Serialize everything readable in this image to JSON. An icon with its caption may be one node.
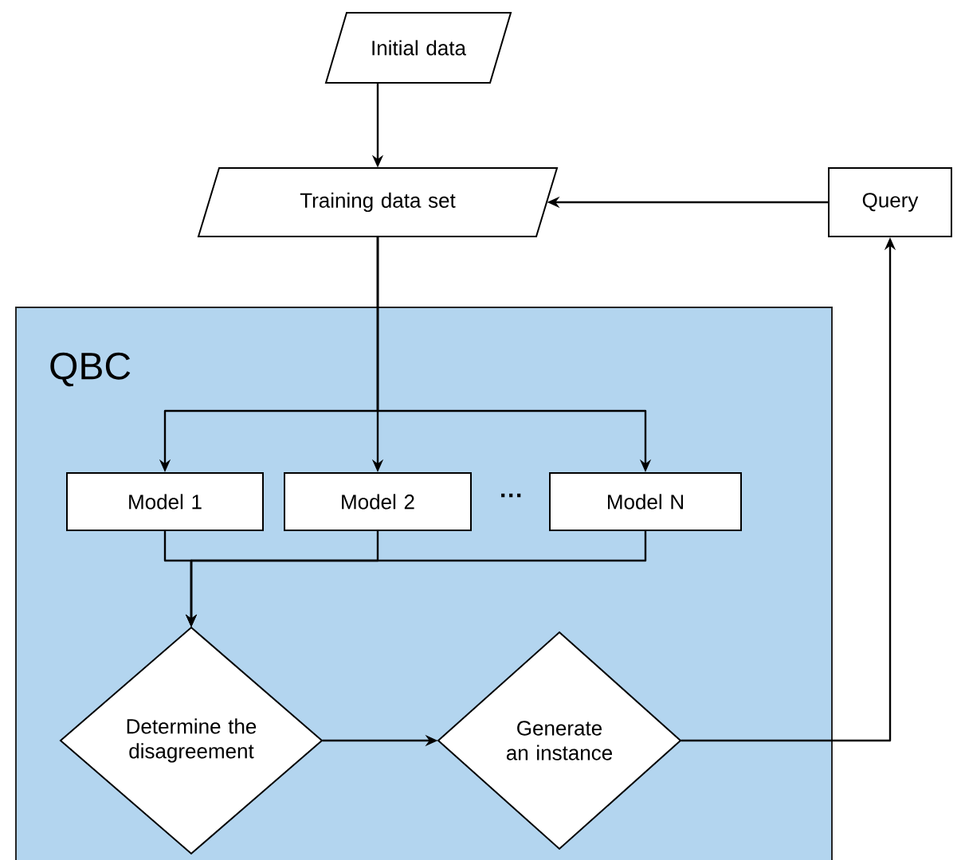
{
  "diagram": {
    "nodes": [
      {
        "text": [
          "Initial data"
        ]
      },
      {
        "text": [
          "Training data set"
        ]
      },
      {
        "text": [
          "Query"
        ]
      },
      {
        "text": [
          "QBC"
        ]
      },
      {
        "text": [
          "Model 1"
        ],
        "in": 3
      },
      {
        "text": [
          "Model 2"
        ],
        "in": 3
      },
      {
        "text": [
          "Model N"
        ],
        "in": 3
      },
      {
        "text": [
          "Determine the disagreement"
        ],
        "in": 3
      },
      {
        "text": [
          "Generate an instance"
        ],
        "in": 3
      }
    ],
    "edges": [
      {
        "from": 0,
        "to": 1,
        "arrow": "to"
      },
      {
        "from": 2,
        "to": 1,
        "arrow": "to"
      },
      {
        "from": 1,
        "to": 4,
        "arrow": "to"
      },
      {
        "from": 1,
        "to": 5,
        "arrow": "to"
      },
      {
        "from": 1,
        "to": 6,
        "arrow": "to"
      },
      {
        "from": 4,
        "to": 7,
        "arrow": "to"
      },
      {
        "from": 5,
        "to": 7,
        "arrow": "to"
      },
      {
        "from": 6,
        "to": 7,
        "arrow": "to"
      },
      {
        "from": 7,
        "to": 8,
        "arrow": "to"
      },
      {
        "from": 8,
        "to": 2,
        "arrow": "to"
      }
    ],
    "labels": [
      "···"
    ]
  }
}
